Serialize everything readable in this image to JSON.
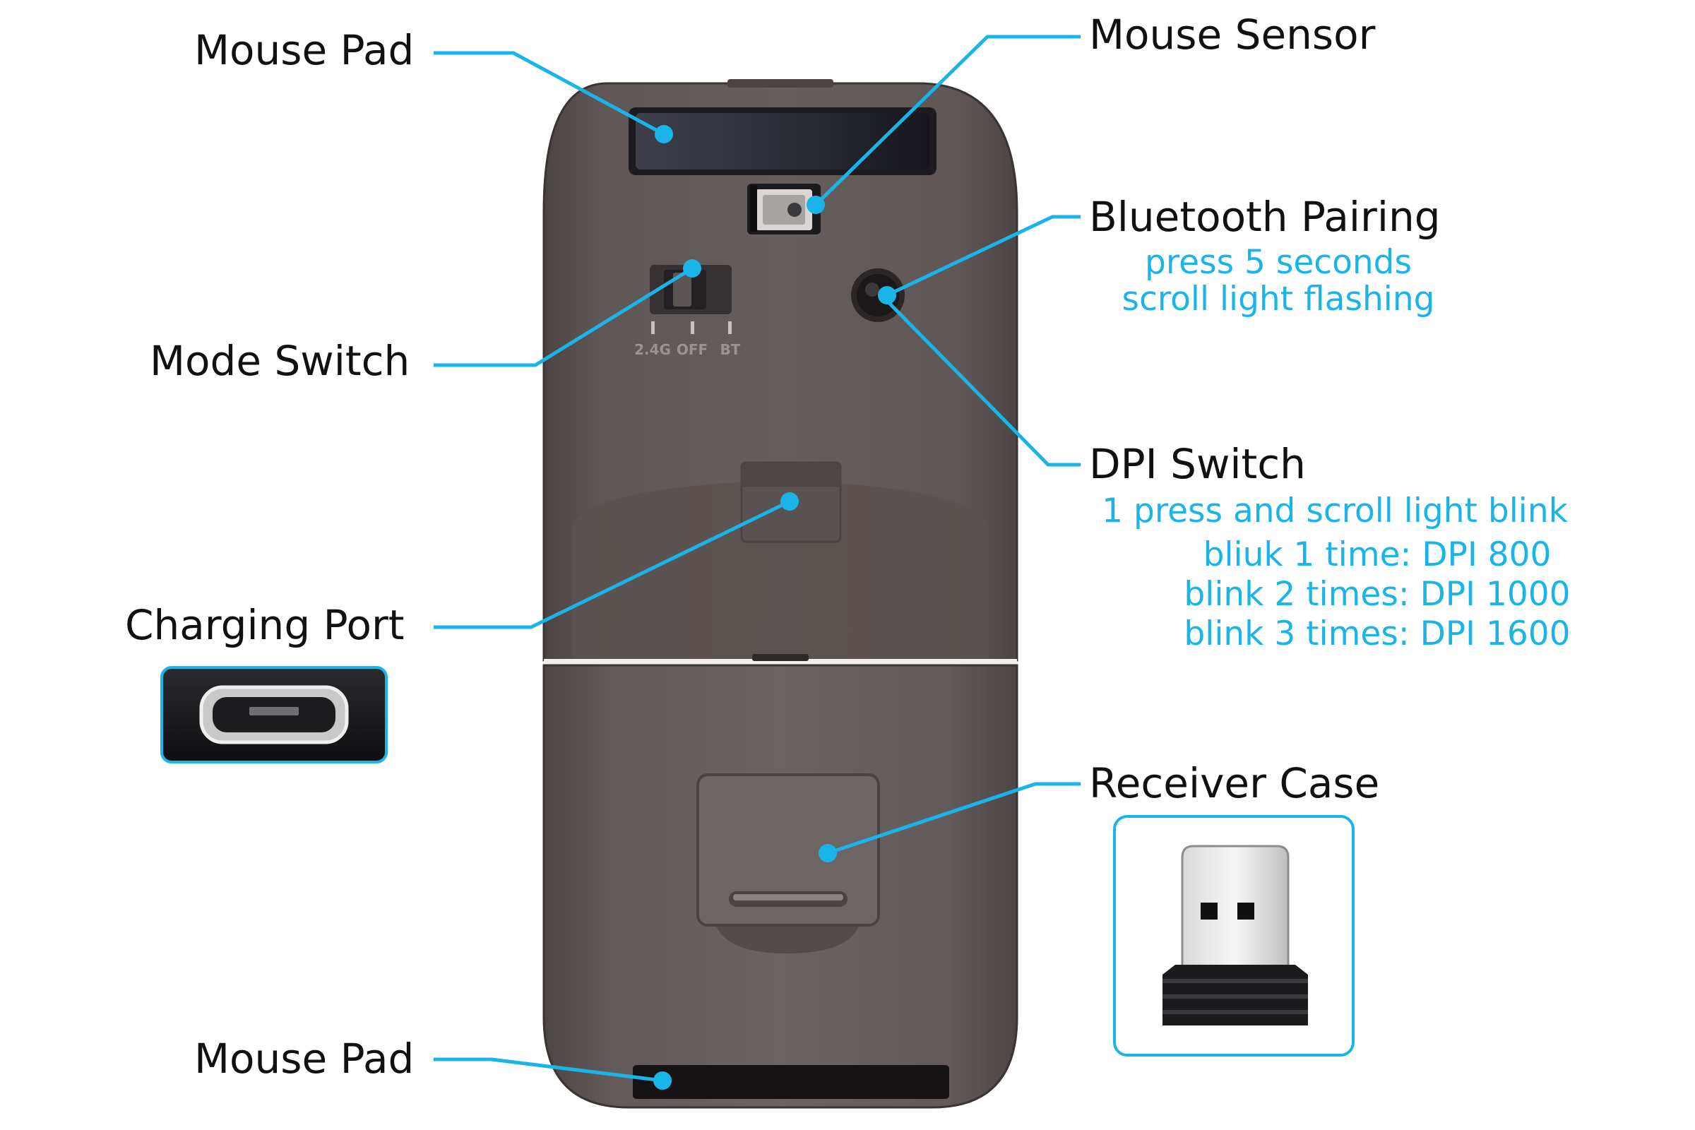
{
  "labels": {
    "mouse_pad_top": "Mouse Pad",
    "mouse_sensor": "Mouse Sensor",
    "bluetooth_pairing": "Bluetooth Pairing",
    "mode_switch": "Mode Switch",
    "dpi_switch": "DPI Switch",
    "charging_port": "Charging Port",
    "receiver_case": "Receiver Case",
    "mouse_pad_bottom": "Mouse Pad"
  },
  "bluetooth_notes": [
    "press 5 seconds",
    "scroll light flashing"
  ],
  "dpi_notes": [
    "1 press and scroll light blink",
    "bliuk 1 time: DPI 800",
    "blink 2 times: DPI 1000",
    "blink 3 times: DPI 1600"
  ],
  "switch_positions": [
    "2.4G",
    "OFF",
    "BT"
  ],
  "colors": {
    "callout": "#1ab4e8",
    "label": "#111111",
    "mouse_body": "#5e5654",
    "mouse_dark": "#2a2627"
  }
}
